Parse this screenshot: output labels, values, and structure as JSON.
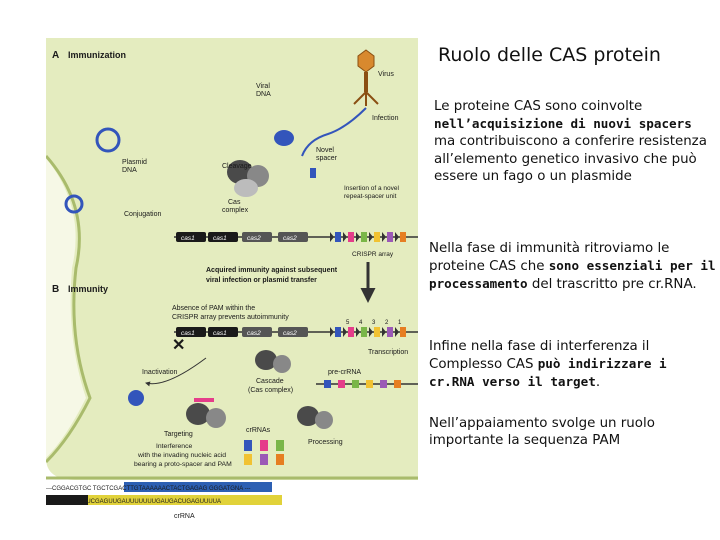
{
  "slide": {
    "title": "Ruolo delle CAS protein",
    "p1": {
      "t1": "Le proteine CAS sono coinvolte ",
      "b1": "nell’acquisizione di nuovi spacers",
      "t2": " ma contribuiscono a conferire resistenza all’elemento genetico invasivo che può essere un fago  o un plasmide"
    },
    "p2": {
      "t1": "Nella fase di immunità ritroviamo le proteine CAS che ",
      "b1": "sono essenziali per il processamento",
      "t2": " del trascritto pre cr.RNA."
    },
    "p3": {
      "t1": "Infine nella fase di interferenza il Complesso CAS ",
      "b1": "può indirizzare i cr.RNA verso il target",
      "t2": "."
    },
    "p4": {
      "t1": "Nell’appaiamento svolge un ruolo importante la sequenza PAM"
    }
  },
  "figure": {
    "panel_a_letter": "A",
    "panel_a_title": "Immunization",
    "panel_b_letter": "B",
    "panel_b_title": "Immunity",
    "virus": "Virus",
    "viral_dna": [
      "Viral",
      "DNA"
    ],
    "infection": "Infection",
    "novel_spacer": [
      "Novel",
      "spacer"
    ],
    "plasmid_dna": [
      "Plasmid",
      "DNA"
    ],
    "cleavage": "Cleavage",
    "insertion": [
      "Insertion of a novel",
      "repeat-spacer unit"
    ],
    "cas_complex": [
      "Cas",
      "complex"
    ],
    "conjugation": "Conjugation",
    "genes": [
      "cas1",
      "cas1",
      "cas2",
      "cas2"
    ],
    "crispr_array": "CRISPR array",
    "acquired": [
      "Acquired immunity against subsequent",
      "viral infection or plasmid transfer"
    ],
    "absence_pam": [
      "Absence of PAM within the",
      "CRISPR array prevents autoimmunity"
    ],
    "cascade": [
      "Cascade",
      "(Cas complex)"
    ],
    "transcription": "Transcription",
    "inactivation": "Inactivation",
    "pre_crrna": "pre-crRNA",
    "crrnas": "crRNAs",
    "targeting": "Targeting",
    "processing": "Processing",
    "interference": [
      "Interference",
      "with the invading nucleic acid",
      "bearing a proto-spacer and PAM"
    ],
    "dna_seq": "---CGGACGTGC TGCTCGACTTGTAAAAAACTACTGAGAG GGGATGNA ---",
    "rna_seq": "CAAAACUGGUCGAGUUGAUUUUUUUGAUGACUGAGUUUUA",
    "crrna_label": "crRNA",
    "number_labels": [
      "5",
      "4",
      "3",
      "2",
      "1"
    ]
  }
}
